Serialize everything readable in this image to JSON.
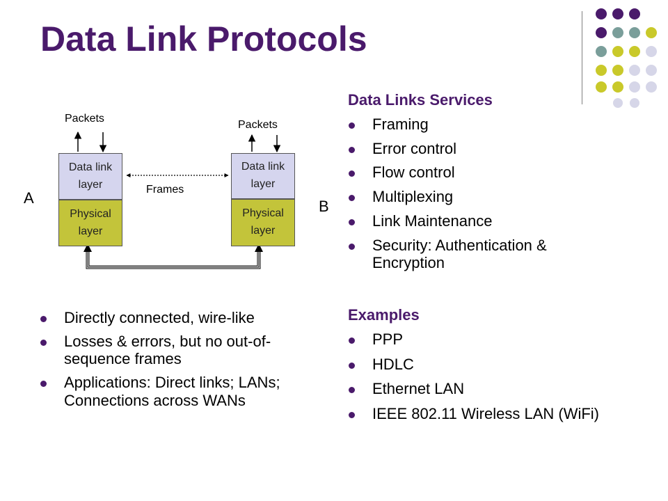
{
  "slide": {
    "title": "Data Link Protocols"
  },
  "diagram": {
    "node_a_label": "A",
    "node_b_label": "B",
    "left_packets": "Packets",
    "right_packets": "Packets",
    "left_data_link": [
      "Data link",
      "layer"
    ],
    "right_data_link": [
      "Data link",
      "layer"
    ],
    "left_physical": [
      "Physical",
      "layer"
    ],
    "right_physical": [
      "Physical",
      "layer"
    ],
    "frames_label": "Frames",
    "colors": {
      "data_link_fill": "#d5d5ee",
      "physical_fill": "#c3c43a"
    }
  },
  "left_bullets": [
    "Directly connected, wire-like",
    "Losses & errors, but no out-of-sequence frames",
    "Applications:  Direct links; LANs; Connections across WANs"
  ],
  "services": {
    "heading": "Data Links Services",
    "items": [
      "Framing",
      "Error control",
      "Flow control",
      "Multiplexing",
      "Link Maintenance",
      "Security:  Authentication & Encryption"
    ]
  },
  "examples": {
    "heading": "Examples",
    "items": [
      "PPP",
      "HDLC",
      "Ethernet LAN",
      "IEEE 802.11 Wireless LAN (WiFi)"
    ]
  },
  "theme": {
    "accent_purple": "#4a1a6b",
    "dot_teal": "#7a9e9a",
    "dot_yellow": "#c9c92a",
    "dot_lavender": "#d6d6e8"
  }
}
